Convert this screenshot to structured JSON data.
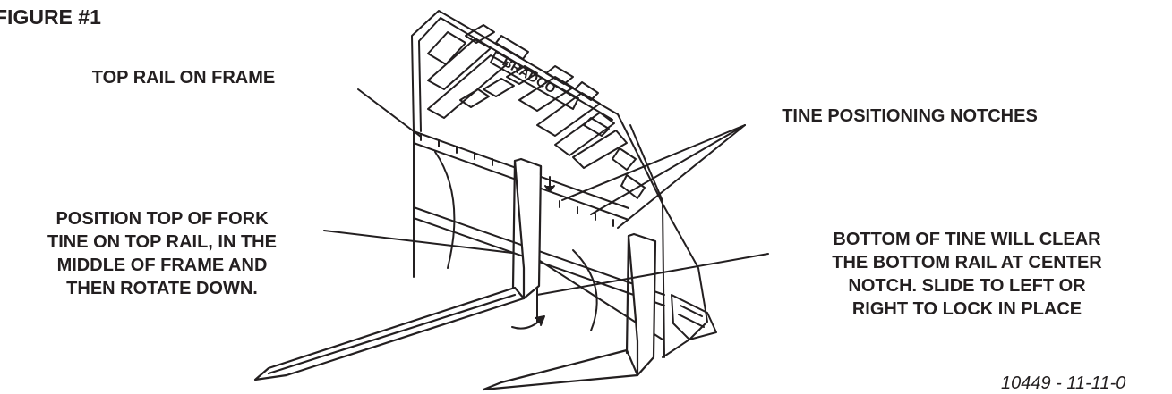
{
  "figure_title": "FIGURE #1",
  "brand_text": "BRADCO",
  "labels": {
    "top_rail": [
      "TOP RAIL ON FRAME"
    ],
    "notches": [
      "TINE POSITIONING NOTCHES"
    ],
    "position_top": [
      "POSITION TOP OF FORK",
      "TINE ON TOP RAIL, IN THE",
      "MIDDLE OF FRAME AND",
      "THEN ROTATE DOWN."
    ],
    "bottom_tine": [
      "BOTTOM OF TINE WILL  CLEAR",
      "THE BOTTOM RAIL AT CENTER",
      "NOTCH. SLIDE TO LEFT OR",
      "RIGHT TO LOCK IN PLACE"
    ]
  },
  "doc_number": "10449 - 11-11-0"
}
